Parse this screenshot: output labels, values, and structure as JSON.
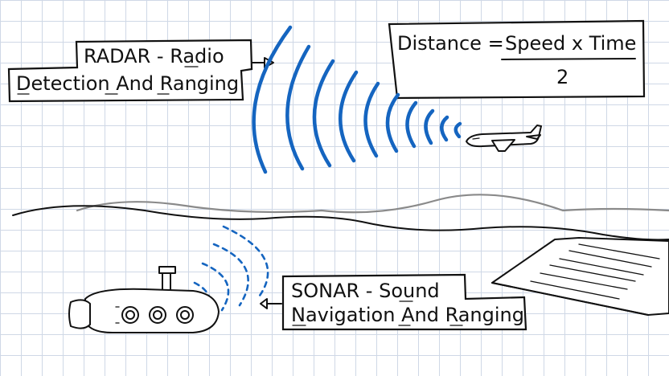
{
  "radar_label": {
    "line1": "RADAR - Radio",
    "line2": "Detection And Ranging"
  },
  "formula": {
    "lhs": "Distance =",
    "numerator": "Speed x Time",
    "denominator": "2"
  },
  "sonar_label": {
    "line1": "SONAR - Sound",
    "line2": "Navigation And Ranging"
  },
  "colors": {
    "wave": "#1565c0",
    "ink": "#111111",
    "grid": "#cfd8e6"
  }
}
